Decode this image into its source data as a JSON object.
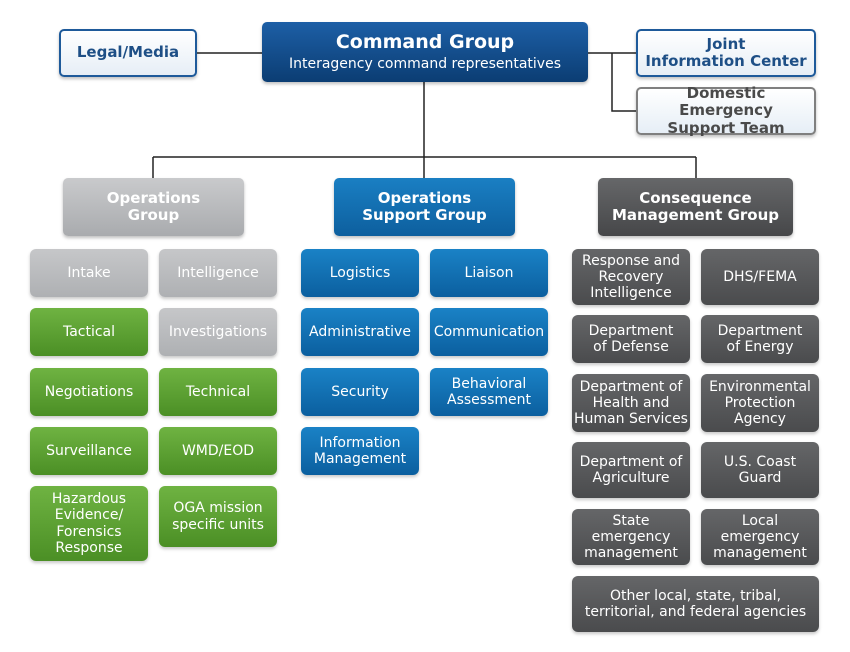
{
  "command": {
    "title": "Command Group",
    "subtitle": "Interagency command representatives"
  },
  "legal": "Legal/Media",
  "jic": [
    "Joint",
    "Information Center"
  ],
  "dest": [
    "Domestic Emergency",
    "Support Team"
  ],
  "groups": {
    "ops": [
      "Operations",
      "Group"
    ],
    "support": [
      "Operations",
      "Support Group"
    ],
    "cons": [
      "Consequence",
      "Management Group"
    ]
  },
  "ops_items": {
    "intake": [
      "Intake"
    ],
    "intelligence": [
      "Intelligence"
    ],
    "tactical": [
      "Tactical"
    ],
    "investigations": [
      "Investigations"
    ],
    "negotiations": [
      "Negotiations"
    ],
    "technical": [
      "Technical"
    ],
    "surveillance": [
      "Surveillance"
    ],
    "wmd": [
      "WMD/EOD"
    ],
    "hazardous": [
      "Hazardous",
      "Evidence/",
      "Forensics",
      "Response"
    ],
    "oga": [
      "OGA mission",
      "specific units"
    ]
  },
  "support_items": {
    "logistics": [
      "Logistics"
    ],
    "liaison": [
      "Liaison"
    ],
    "administrative": [
      "Administrative"
    ],
    "communication": [
      "Communication"
    ],
    "security": [
      "Security"
    ],
    "behavioral": [
      "Behavioral",
      "Assessment"
    ],
    "information": [
      "Information",
      "Management"
    ]
  },
  "cons_items": {
    "response": [
      "Response and",
      "Recovery",
      "Intelligence"
    ],
    "dhs": [
      "DHS/FEMA"
    ],
    "defense": [
      "Department",
      "of Defense"
    ],
    "energy": [
      "Department",
      "of Energy"
    ],
    "hhs": [
      "Department of",
      "Health and",
      "Human Services"
    ],
    "epa": [
      "Environmental",
      "Protection",
      "Agency"
    ],
    "agriculture": [
      "Department of",
      "Agriculture"
    ],
    "coastguard": [
      "U.S. Coast",
      "Guard"
    ],
    "state": [
      "State",
      "emergency",
      "management"
    ],
    "local": [
      "Local",
      "emergency",
      "management"
    ],
    "other": [
      "Other local, state, tribal,",
      "territorial, and federal agencies"
    ]
  },
  "colors": {
    "navy": "#0b3d73",
    "blue": "#0d5f9e",
    "green": "#4b8f25",
    "grey": "#aeb0b3",
    "dark": "#4a4b4d"
  }
}
